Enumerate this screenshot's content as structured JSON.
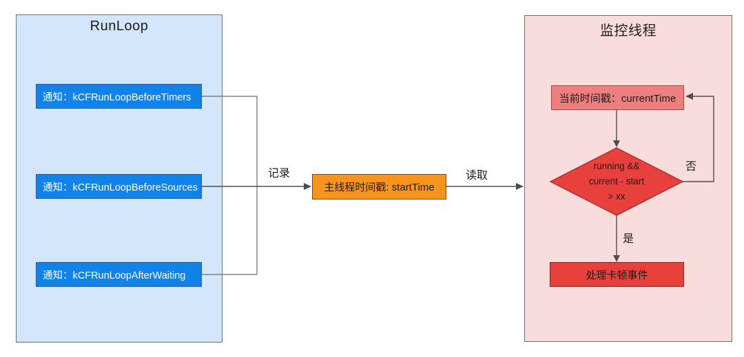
{
  "colors": {
    "runloop_bg": "#d3e6fa",
    "runloop_border": "#5f7181",
    "monitor_bg": "#f9dcdc",
    "monitor_border": "#786a6b",
    "notify_bg": "#1182e8",
    "notify_border": "#235c9e",
    "notify_text": "#ffffff",
    "orange_bg": "#f7941e",
    "orange_border": "#6e4a1c",
    "pink_bg": "#ee7f7f",
    "pink_border": "#a94442",
    "red_bg": "#e8413d",
    "red_border": "#a93330",
    "red_border2": "#7c2523",
    "line": "#4d4d4d",
    "line_thin": "#6b6b6b",
    "text_dark": "#1d1d1d"
  },
  "runloop": {
    "title": "RunLoop",
    "notifications": [
      {
        "label": "通知：kCFRunLoopBeforeTimers"
      },
      {
        "label": "通知：kCFRunLoopBeforeSources"
      },
      {
        "label": "通知：kCFRunLoopAfterWaiting"
      }
    ]
  },
  "main_thread": {
    "timestamp_label": "主线程时间戳: startTime"
  },
  "edges": {
    "record_label": "记录",
    "read_label": "读取",
    "no_label": "否",
    "yes_label": "是"
  },
  "monitor": {
    "title": "监控线程",
    "current_time_label": "当前时间戳：currentTime",
    "decision": {
      "lines": [
        "running &&",
        "current - start",
        "> xx"
      ]
    },
    "handle_label": "处理卡顿事件"
  }
}
